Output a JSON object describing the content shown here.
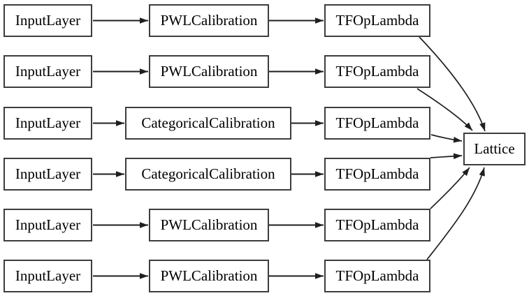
{
  "diagram": {
    "title": "keras-lattice-model-graph",
    "background_color": "#ffffff",
    "node_fill_color": "#ffffff",
    "node_border_color": "#3d3d3d",
    "edge_color": "#1f1f1f",
    "text_color": "#000000",
    "lattice": {
      "label": "Lattice"
    },
    "rows": [
      {
        "input": "InputLayer",
        "calibration": "PWLCalibration",
        "op": "TFOpLambda"
      },
      {
        "input": "InputLayer",
        "calibration": "PWLCalibration",
        "op": "TFOpLambda"
      },
      {
        "input": "InputLayer",
        "calibration": "CategoricalCalibration",
        "op": "TFOpLambda"
      },
      {
        "input": "InputLayer",
        "calibration": "CategoricalCalibration",
        "op": "TFOpLambda"
      },
      {
        "input": "InputLayer",
        "calibration": "PWLCalibration",
        "op": "TFOpLambda"
      },
      {
        "input": "InputLayer",
        "calibration": "PWLCalibration",
        "op": "TFOpLambda"
      }
    ],
    "edges": [
      {
        "from": "InputLayer (row 1)",
        "to": "PWLCalibration (row 1)"
      },
      {
        "from": "PWLCalibration (row 1)",
        "to": "TFOpLambda (row 1)"
      },
      {
        "from": "TFOpLambda (row 1)",
        "to": "Lattice"
      },
      {
        "from": "InputLayer (row 2)",
        "to": "PWLCalibration (row 2)"
      },
      {
        "from": "PWLCalibration (row 2)",
        "to": "TFOpLambda (row 2)"
      },
      {
        "from": "TFOpLambda (row 2)",
        "to": "Lattice"
      },
      {
        "from": "InputLayer (row 3)",
        "to": "CategoricalCalibration (row 3)"
      },
      {
        "from": "CategoricalCalibration (row 3)",
        "to": "TFOpLambda (row 3)"
      },
      {
        "from": "TFOpLambda (row 3)",
        "to": "Lattice"
      },
      {
        "from": "InputLayer (row 4)",
        "to": "CategoricalCalibration (row 4)"
      },
      {
        "from": "CategoricalCalibration (row 4)",
        "to": "TFOpLambda (row 4)"
      },
      {
        "from": "TFOpLambda (row 4)",
        "to": "Lattice"
      },
      {
        "from": "InputLayer (row 5)",
        "to": "PWLCalibration (row 5)"
      },
      {
        "from": "PWLCalibration (row 5)",
        "to": "TFOpLambda (row 5)"
      },
      {
        "from": "TFOpLambda (row 5)",
        "to": "Lattice"
      },
      {
        "from": "InputLayer (row 6)",
        "to": "PWLCalibration (row 6)"
      },
      {
        "from": "PWLCalibration (row 6)",
        "to": "TFOpLambda (row 6)"
      },
      {
        "from": "TFOpLambda (row 6)",
        "to": "Lattice"
      }
    ]
  }
}
